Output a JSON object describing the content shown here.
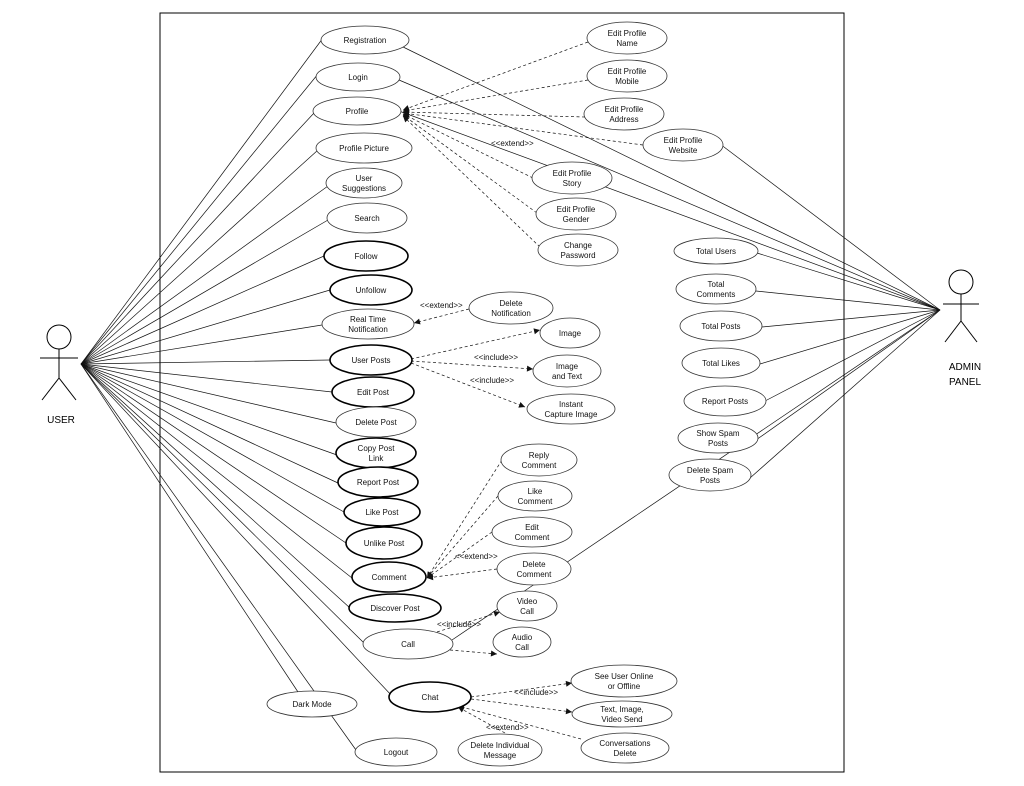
{
  "actors": {
    "user": "USER",
    "admin": [
      "ADMIN",
      "PANEL"
    ]
  },
  "stereotypes": {
    "extend": "<<extend>>",
    "include": "<<include>>"
  },
  "use_cases": {
    "registration": [
      "Registration"
    ],
    "login": [
      "Login"
    ],
    "profile": [
      "Profile"
    ],
    "profile_picture": [
      "Profile Picture"
    ],
    "user_suggestions": [
      "User",
      "Suggestions"
    ],
    "search": [
      "Search"
    ],
    "follow": [
      "Follow"
    ],
    "unfollow": [
      "Unfollow"
    ],
    "real_time_notification": [
      "Real Time",
      "Notification"
    ],
    "delete_notification": [
      "Delete",
      "Notification"
    ],
    "user_posts": [
      "User Posts"
    ],
    "image": [
      "Image"
    ],
    "image_and_text": [
      "Image",
      "and Text"
    ],
    "instant_capture_image": [
      "Instant",
      "Capture Image"
    ],
    "edit_post": [
      "Edit Post"
    ],
    "delete_post": [
      "Delete Post"
    ],
    "copy_post_link": [
      "Copy Post",
      "Link"
    ],
    "report_post": [
      "Report Post"
    ],
    "like_post": [
      "Like Post"
    ],
    "unlike_post": [
      "Unlike Post"
    ],
    "comment": [
      "Comment"
    ],
    "reply_comment": [
      "Reply",
      "Comment"
    ],
    "like_comment": [
      "Like",
      "Comment"
    ],
    "edit_comment": [
      "Edit",
      "Comment"
    ],
    "delete_comment": [
      "Delete",
      "Comment"
    ],
    "discover_post": [
      "Discover Post"
    ],
    "call": [
      "Call"
    ],
    "video_call": [
      "Video",
      "Call"
    ],
    "audio_call": [
      "Audio",
      "Call"
    ],
    "dark_mode": [
      "Dark Mode"
    ],
    "chat": [
      "Chat"
    ],
    "see_user_online": [
      "See User Online",
      "or Offline"
    ],
    "text_image_video_send": [
      "Text, Image,",
      "Video Send"
    ],
    "delete_individual_message": [
      "Delete Individual",
      "Message"
    ],
    "conversations_delete": [
      "Conversations",
      "Delete"
    ],
    "logout": [
      "Logout"
    ],
    "edit_profile_name": [
      "Edit Profile",
      "Name"
    ],
    "edit_profile_mobile": [
      "Edit Profile",
      "Mobile"
    ],
    "edit_profile_address": [
      "Edit Profile",
      "Address"
    ],
    "edit_profile_website": [
      "Edit Profile",
      "Website"
    ],
    "edit_profile_story": [
      "Edit Profile",
      "Story"
    ],
    "edit_profile_gender": [
      "Edit Profile",
      "Gender"
    ],
    "change_password": [
      "Change",
      "Password"
    ],
    "total_users": [
      "Total Users"
    ],
    "total_comments": [
      "Total",
      "Comments"
    ],
    "total_posts": [
      "Total Posts"
    ],
    "total_likes": [
      "Total Likes"
    ],
    "report_posts": [
      "Report Posts"
    ],
    "show_spam_posts": [
      "Show Spam",
      "Posts"
    ],
    "delete_spam_posts": [
      "Delete Spam",
      "Posts"
    ]
  }
}
